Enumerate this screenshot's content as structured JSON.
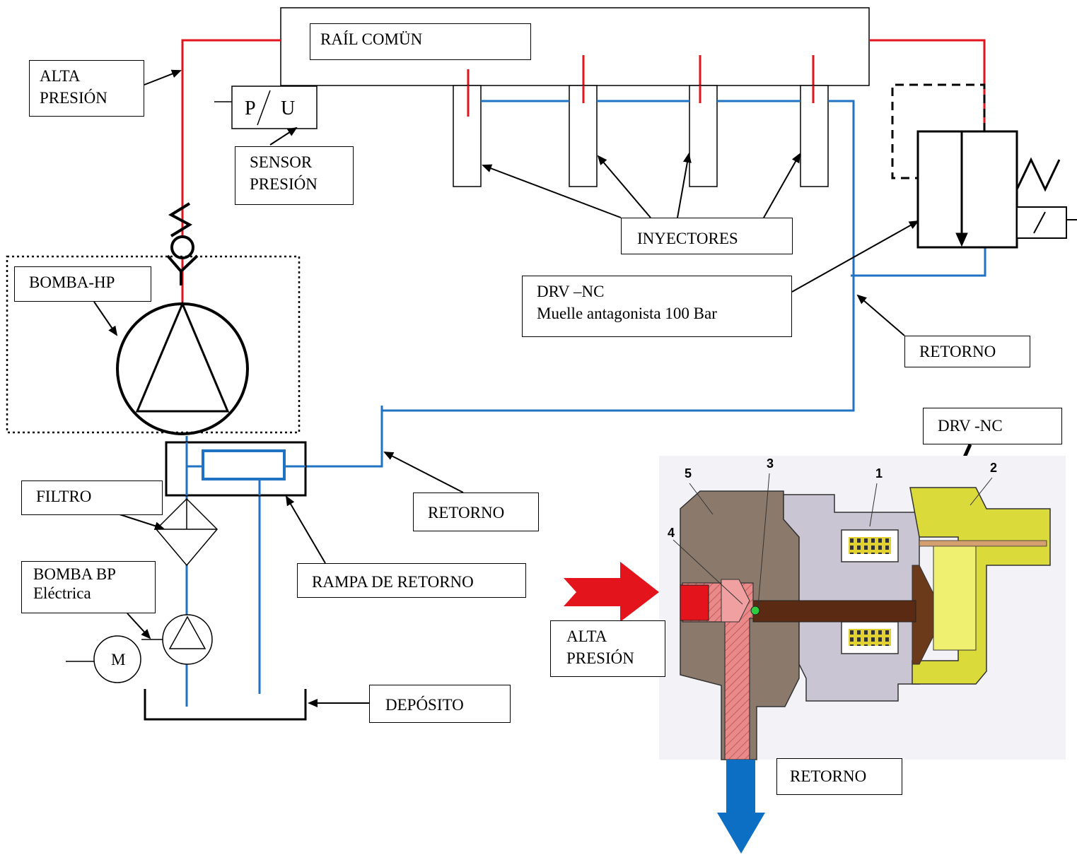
{
  "labels": {
    "rail": "RAÍL COMÜN",
    "high_pressure_line1": "ALTA",
    "high_pressure_line2": "PRESIÓN",
    "pu_p": "P",
    "pu_u": "U",
    "sensor_line1": "SENSOR",
    "sensor_line2": "PRESIÓN",
    "injectors": "INYECTORES",
    "drv_line1": "DRV –NC",
    "drv_line2": "Muelle antagonista 100 Bar",
    "return_right": "RETORNO",
    "hp_pump": "BOMBA-HP",
    "filter": "FILTRO",
    "lp_pump_line1": "BOMBA BP",
    "lp_pump_line2": "Eléctrica",
    "motor": "M",
    "return_rail_label": "RAMPA DE RETORNO",
    "return_mid": "RETORNO",
    "tank": "DEPÓSITO",
    "drv_detail": "DRV -NC",
    "hp_arrow_line1": "ALTA",
    "hp_arrow_line2": "PRESIÓN",
    "return_bottom": "RETORNO"
  },
  "part_numbers": [
    "1",
    "2",
    "3",
    "4",
    "5"
  ],
  "colors": {
    "high_pressure": "#e3141b",
    "return_line": "#1f73c2",
    "return_arrow": "#0c6fc4",
    "body_brown": "#8b7a6c",
    "steel": "#c9c5d2",
    "yellow_cap": "#dada3a",
    "pink_passage": "#e68686",
    "stem": "#5b2a12"
  }
}
